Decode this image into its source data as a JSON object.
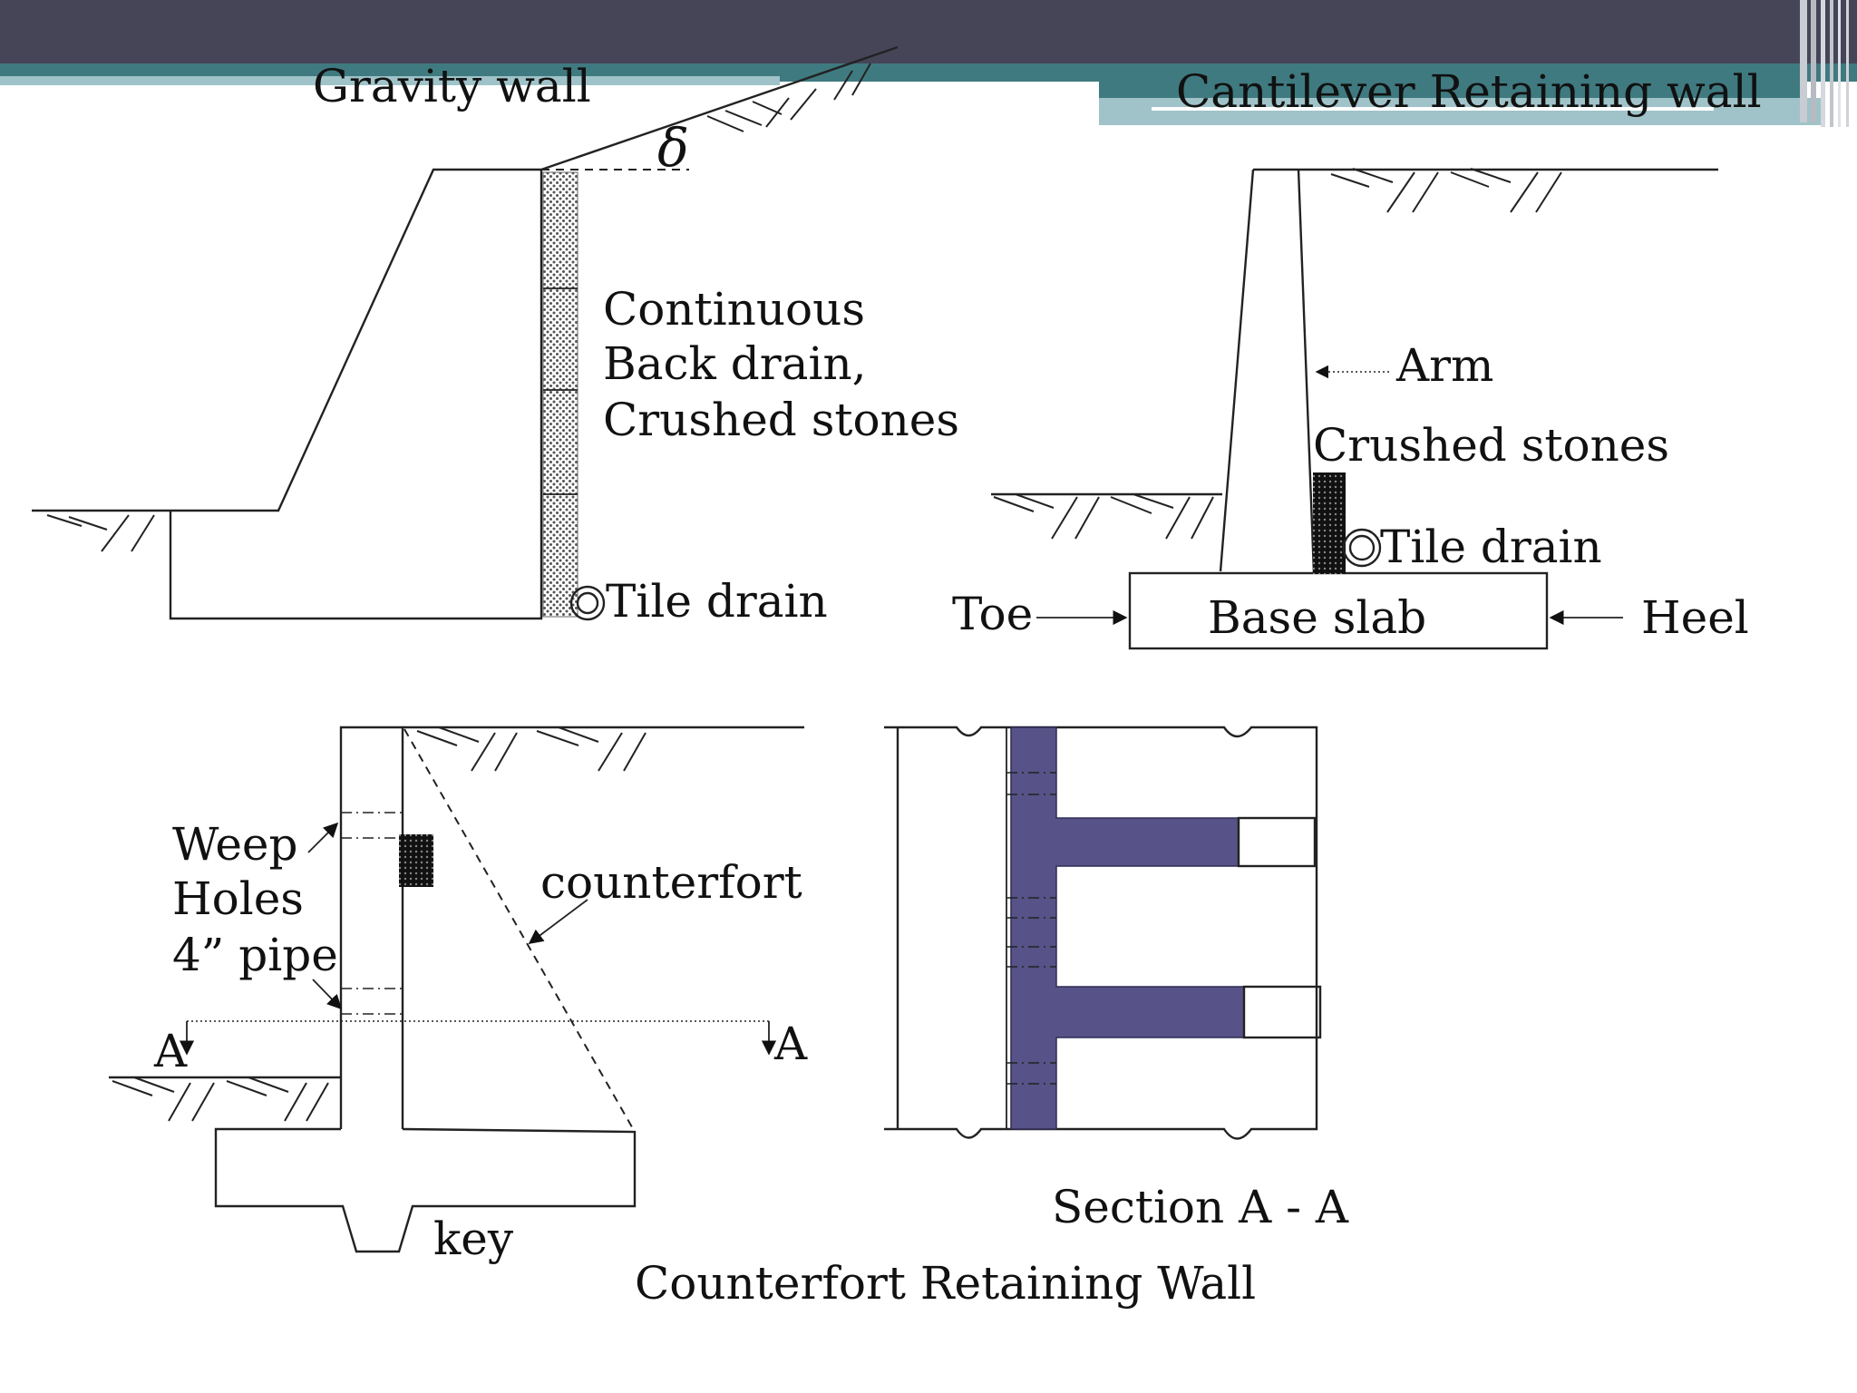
{
  "colors": {
    "header_dark": "#464558",
    "header_teal": "#3f7a80",
    "header_light_teal": "#9fc3c8",
    "counterfort_fill": "#575287"
  },
  "gravity": {
    "title": "Gravity wall",
    "angle_symbol": "δ",
    "drain_line1": "Continuous",
    "drain_line2": "Back drain,",
    "drain_line3": "Crushed stones",
    "tile_drain": "Tile drain"
  },
  "cantilever": {
    "title": "Cantilever  Retaining wall",
    "arm": "Arm",
    "crushed_stones": "Crushed stones",
    "tile_drain": "Tile drain",
    "toe": "Toe",
    "base_slab": "Base slab",
    "heel": "Heel"
  },
  "counterfort": {
    "weep_line1": "Weep",
    "weep_line2": "Holes",
    "weep_line3": "4” pipe",
    "counterfort_label": "counterfort",
    "section_mark_left": "A",
    "section_mark_right": "A",
    "key": "key",
    "section_title": "Section A - A",
    "caption": "Counterfort Retaining Wall"
  }
}
